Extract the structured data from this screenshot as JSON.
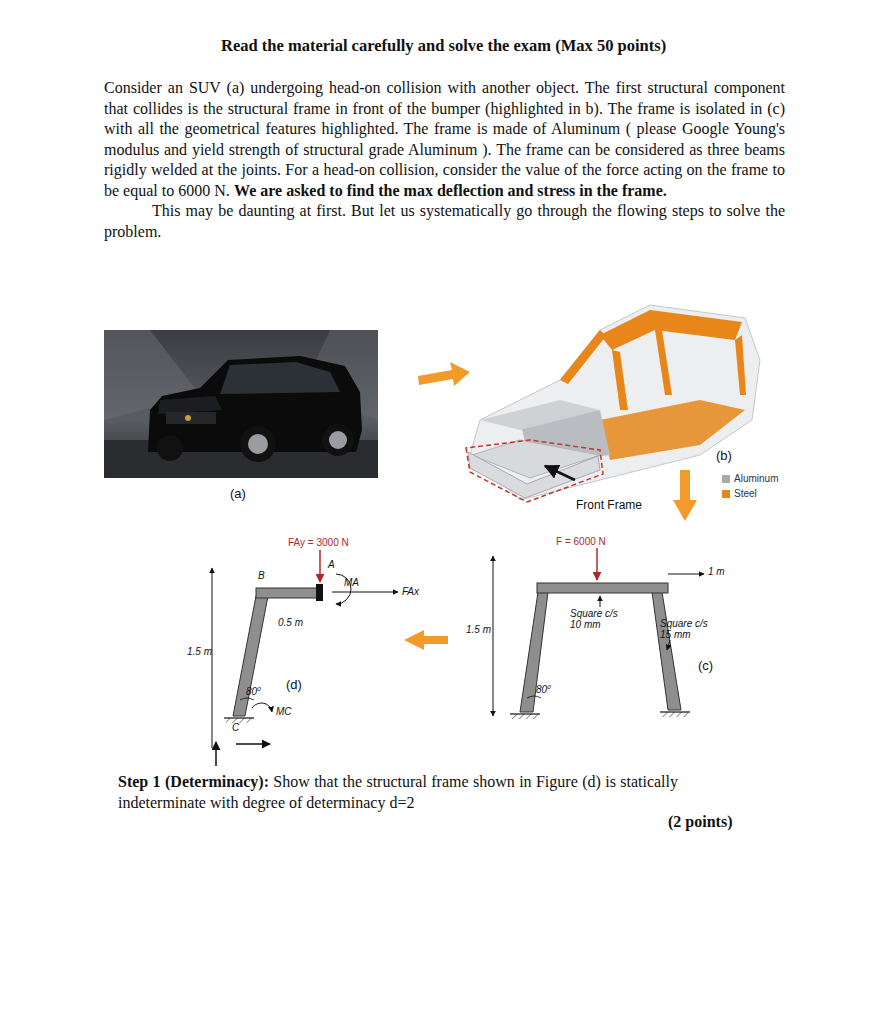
{
  "diagram": {
    "title": "Read the material carefully and solve the exam (Max 50 points)",
    "labels": [
      "Consider an SUV (a) undergoing head-on collision with another object. The first structural component that collides is the structural frame in front of the bumper (highlighted in b). The frame is isolated in (c) with all the geometrical features highlighted. The frame is made of Aluminum ( please Google Young's modulus and yield strength of structural grade Aluminum ). The frame can be considered as three beams rigidly welded at the joints. For a head-on collision, consider the value of the force acting on the frame to be equal to 6000 N.",
      "We are asked to find the max deflection and stress in the frame.",
      "This may be daunting at first. But let us systematically go through the flowing steps to solve the problem.",
      "(b)",
      "(a)",
      "Front Frame",
      "FAy = 3000 N",
      "A",
      "MA",
      "FAx",
      "B",
      "0.5 m",
      "1.5 m",
      "80⁰",
      "(d)",
      "MC",
      "C",
      "F = 6000 N",
      "1 m",
      "Square c/s 10 mm",
      "Square c/s 15 mm",
      "1.5 m",
      "80⁰",
      "(c)",
      "Step 1 (Determinacy):",
      "Show that the structural frame shown in Figure (d) is statically indeterminate with degree of determinacy d=2",
      "(2 points)"
    ],
    "legend": [
      {
        "text": "Aluminum",
        "color": "#a9a9a9"
      },
      {
        "text": "Steel",
        "color": "#e8861a"
      }
    ]
  }
}
